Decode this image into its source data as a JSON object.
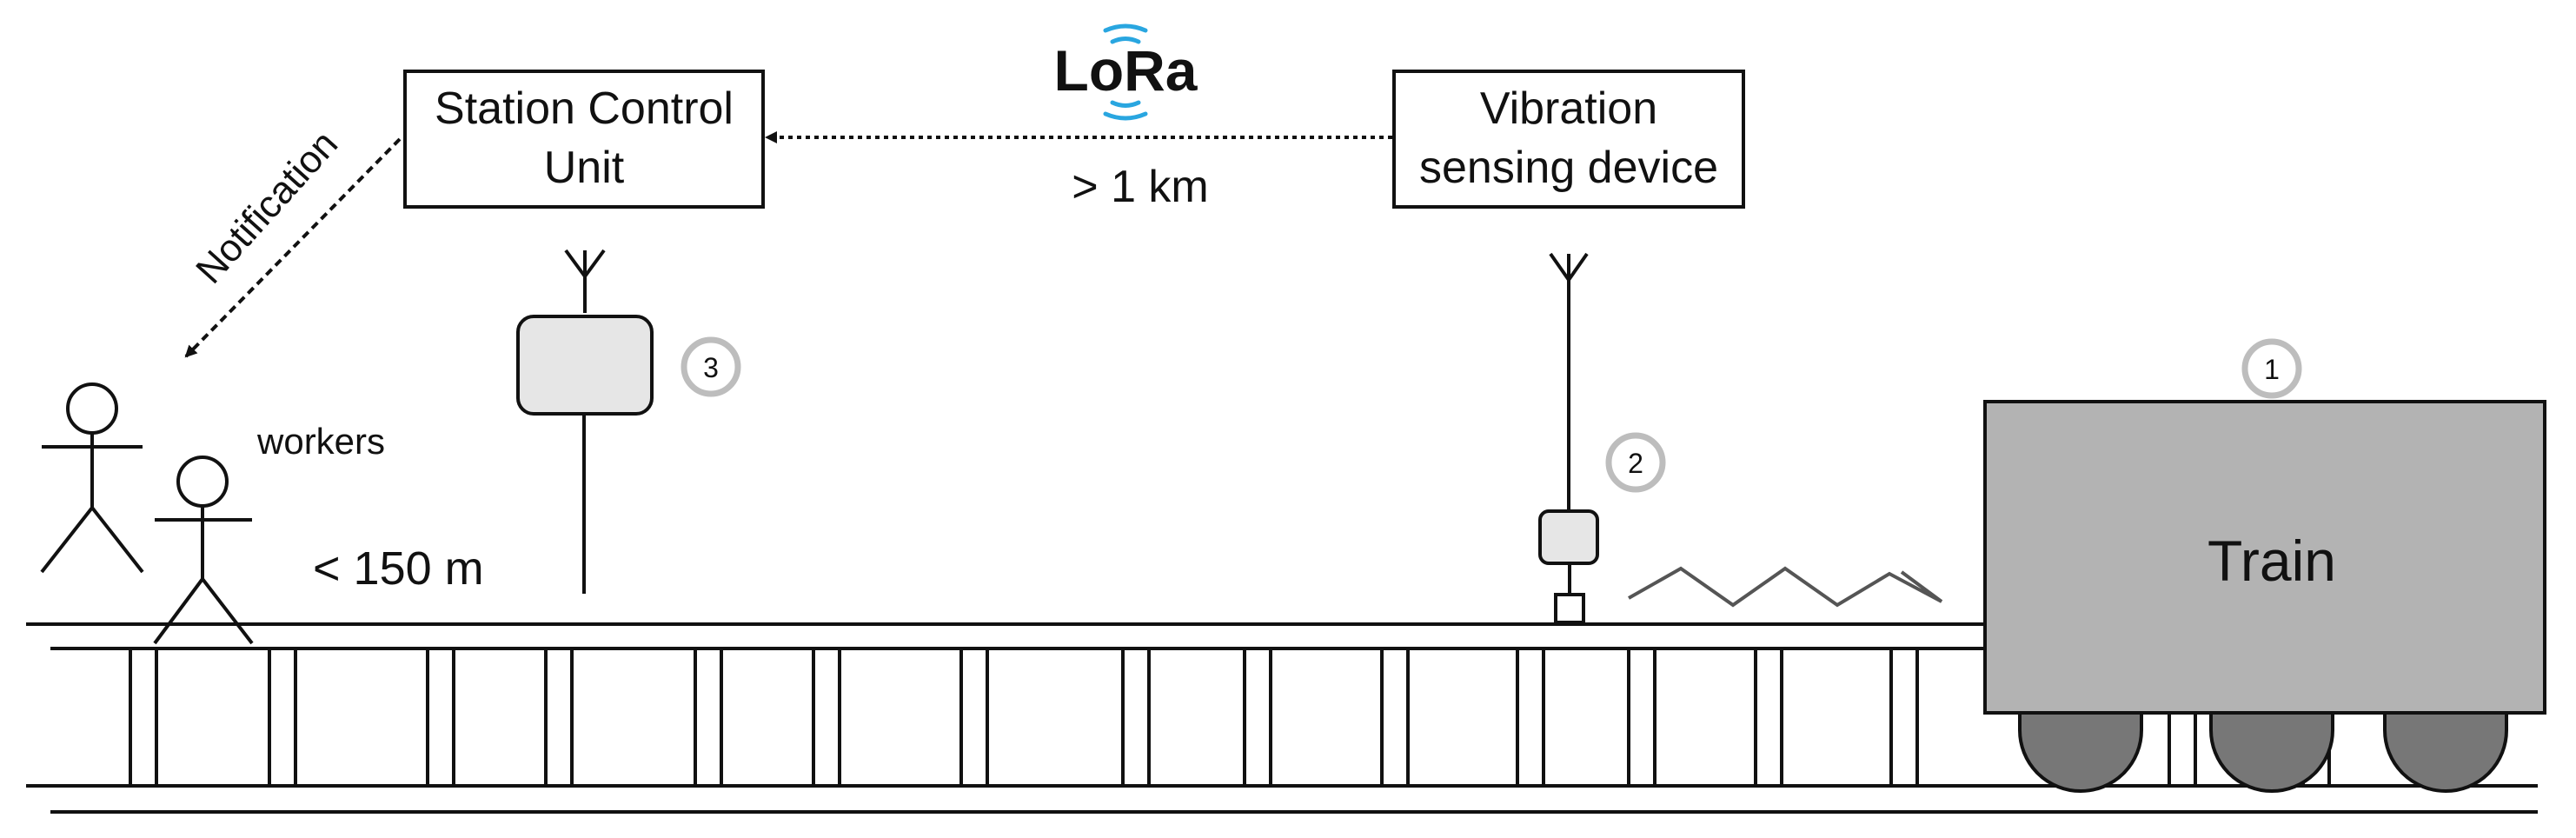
{
  "boxes": {
    "station_control": {
      "line1": "Station Control",
      "line2": "Unit"
    },
    "vibration_device": {
      "line1": "Vibration",
      "line2": "sensing device"
    }
  },
  "link": {
    "protocol_logo": "LoRa",
    "range": "> 1 km"
  },
  "notification": {
    "label": "Notification"
  },
  "workers": {
    "label": "workers",
    "distance": "< 150 m"
  },
  "train": {
    "label": "Train"
  },
  "markers": [
    "1",
    "2",
    "3"
  ],
  "colors": {
    "stroke": "#111111",
    "box_fill": "#ffffff",
    "device_fill": "#e6e6e6",
    "train_fill": "#b3b3b3",
    "wheel_fill": "#777777",
    "lora_accent": "#29a6e0",
    "marker_ring": "#bdbdbd",
    "vibration_wave": "#555555"
  },
  "icons": {
    "antenna": "antenna-icon",
    "station": "station-unit-icon",
    "sensor": "vibration-sensor-icon",
    "worker": "person-icon",
    "train": "train-icon"
  }
}
